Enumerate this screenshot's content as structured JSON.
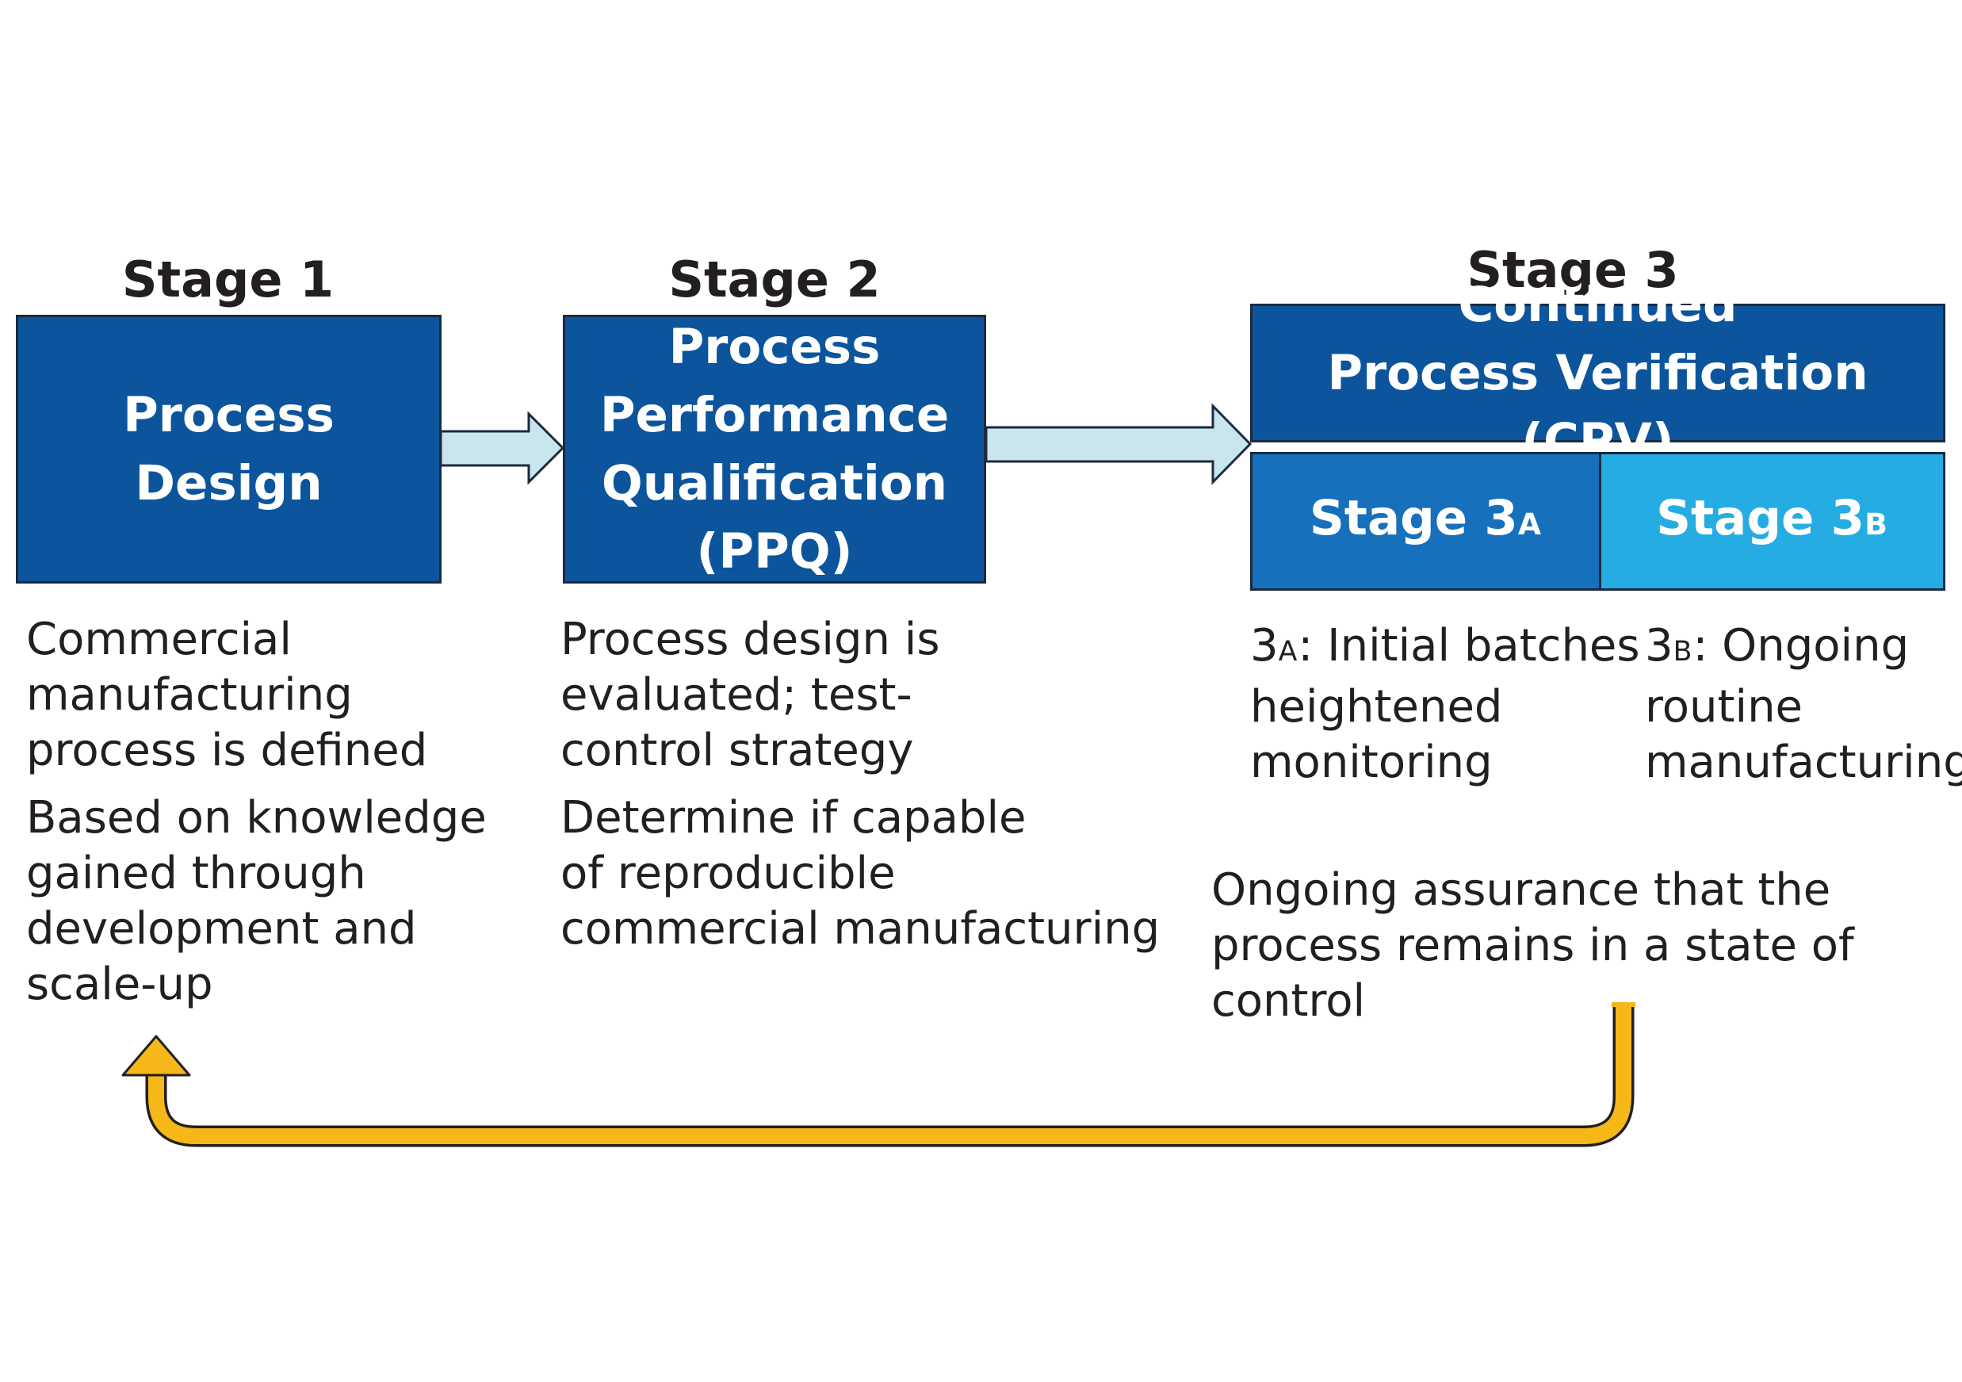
{
  "stages": {
    "stage1": {
      "label": "Stage 1",
      "box": "Process\nDesign",
      "desc1": "Commercial\nmanufacturing\nprocess is defined",
      "desc2": "Based on knowledge\ngained through\ndevelopment and\nscale-up"
    },
    "stage2": {
      "label": "Stage 2",
      "box": "Process\nPerformance\nQualification\n(PPQ)",
      "desc1": "Process design is\nevaluated; test-\ncontrol strategy",
      "desc2": "Determine if capable\nof reproducible\ncommercial manufacturing"
    },
    "stage3": {
      "label": "Stage 3",
      "box": "Continued\nProcess Verification (CPV)",
      "sub_a": {
        "prefix": "Stage 3",
        "letter": "A",
        "desc_prefix": "3",
        "desc_letter": "A",
        "desc_rest": ": Initial batches\nheightened\nmonitoring"
      },
      "sub_b": {
        "prefix": "Stage 3",
        "letter": "B",
        "desc_prefix": "3",
        "desc_letter": "B",
        "desc_rest": ": Ongoing\nroutine\nmanufacturing"
      },
      "assurance": "Ongoing assurance that the\nprocess remains in a state of control"
    }
  },
  "colors": {
    "box_dark": "#0c559c",
    "box_mid": "#1670bc",
    "box_light": "#25ade3",
    "arrow_fill": "#c9e6ec",
    "feedback_arrow": "#f5b818"
  }
}
